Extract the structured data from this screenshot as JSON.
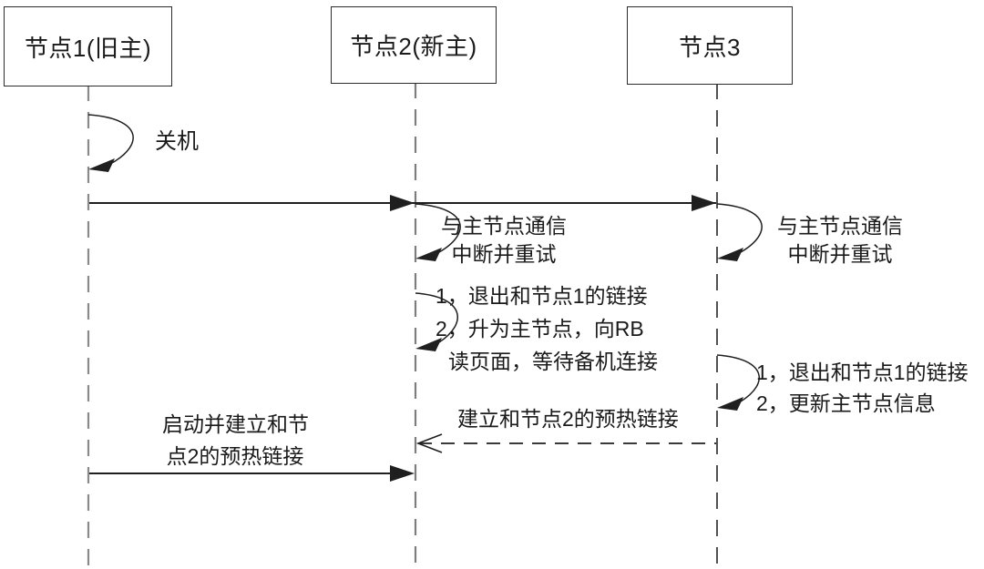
{
  "diagram_type": "sequence-diagram",
  "background": "#ffffff",
  "colors": {
    "line": "#1f1f1f",
    "text": "#1a1a1a",
    "lifeline_node1": "#8a8a8a",
    "lifeline_node2": "#7d7d7d",
    "lifeline_node3": "#333333"
  },
  "actors": [
    {
      "id": "node1",
      "label": "节点1(旧主)"
    },
    {
      "id": "node2",
      "label": "节点2(新主)"
    },
    {
      "id": "node3",
      "label": "节点3"
    }
  ],
  "messages": [
    {
      "id": "shutdown",
      "type": "self-loop",
      "actor": "node1",
      "lines": [
        "关机"
      ]
    },
    {
      "id": "node2-comm-retry",
      "type": "self-loop",
      "actor": "node2",
      "lines": [
        "与主节点通信",
        "中断并重试"
      ]
    },
    {
      "id": "node3-comm-retry",
      "type": "self-loop",
      "actor": "node3",
      "lines": [
        "与主节点通信",
        "中断并重试"
      ]
    },
    {
      "id": "node2-promote",
      "type": "self-loop",
      "actor": "node2",
      "lines": [
        "1，退出和节点1的链接",
        "2，升为主节点，向RB",
        "读页面，等待备机连接"
      ]
    },
    {
      "id": "node3-update",
      "type": "self-loop",
      "actor": "node3",
      "lines": [
        "1，退出和节点1的链接",
        "2，更新主节点信息"
      ]
    },
    {
      "id": "notify-master-change",
      "type": "solid-arrow",
      "from": "node1",
      "to": "node2,node3",
      "lines": []
    },
    {
      "id": "warm-link",
      "type": "dashed-arrow",
      "from": "node3",
      "to": "node2",
      "lines": [
        "建立和节点2的预热链接"
      ]
    },
    {
      "id": "start-warm-link",
      "type": "solid-arrow",
      "from": "node1",
      "to": "node2",
      "lines": [
        "启动并建立和节",
        "点2的预热链接"
      ]
    }
  ]
}
